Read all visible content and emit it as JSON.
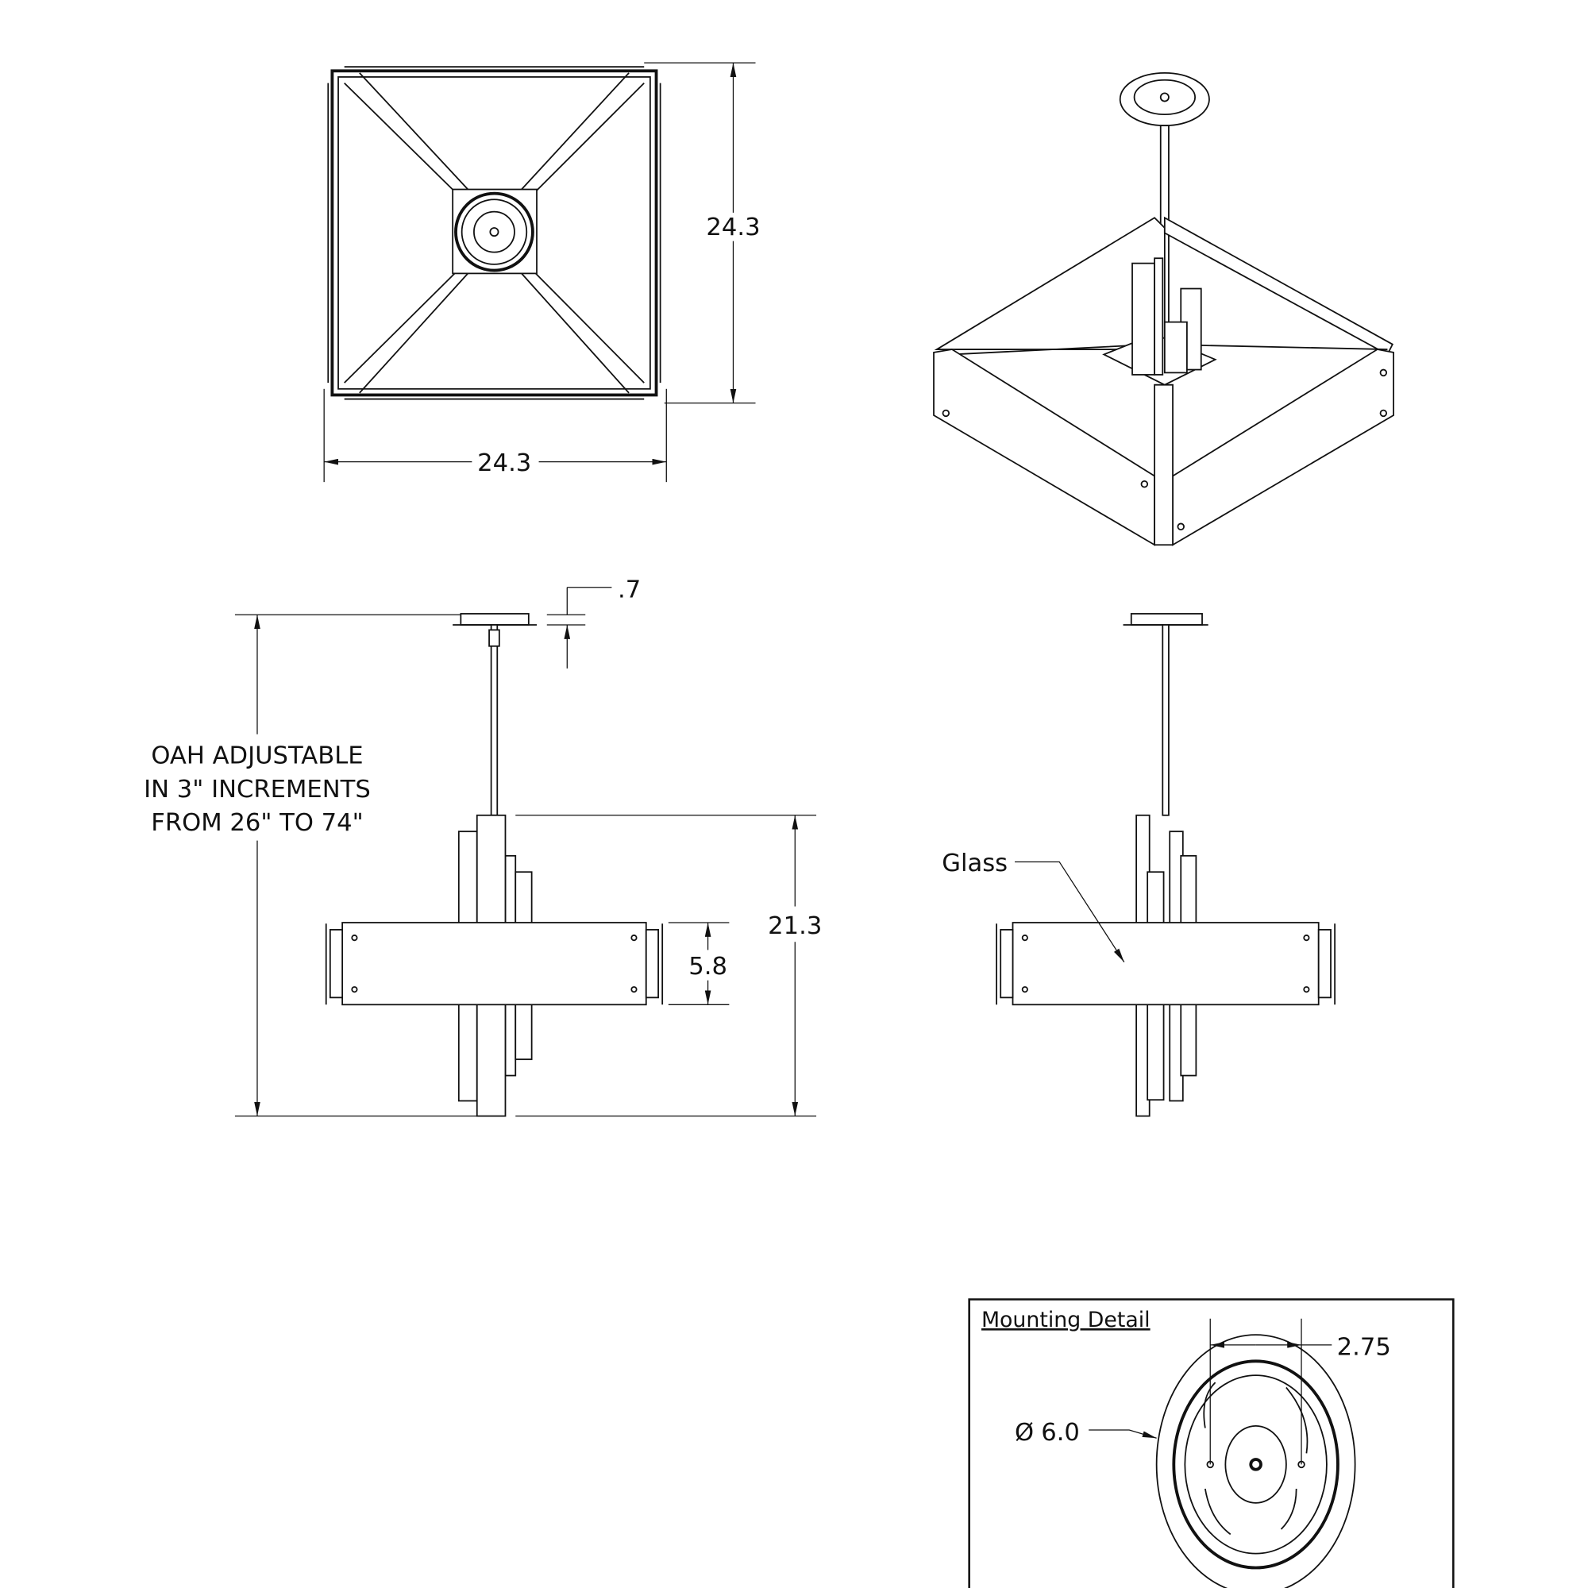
{
  "top_view": {
    "width_dim": "24.3",
    "depth_dim": "24.3"
  },
  "front_view": {
    "canopy_dim": ".7",
    "oah_note": [
      "OAH ADJUSTABLE",
      "IN 3\" INCREMENTS",
      "FROM 26\" TO 74\""
    ],
    "body_height_dim": "21.3",
    "shade_height_dim": "5.8"
  },
  "side_view": {
    "callout": "Glass"
  },
  "mounting_detail": {
    "title": "Mounting Detail",
    "hole_spacing_dim": "2.75",
    "diameter_dim": "6.0",
    "diameter_symbol": "Ø"
  }
}
